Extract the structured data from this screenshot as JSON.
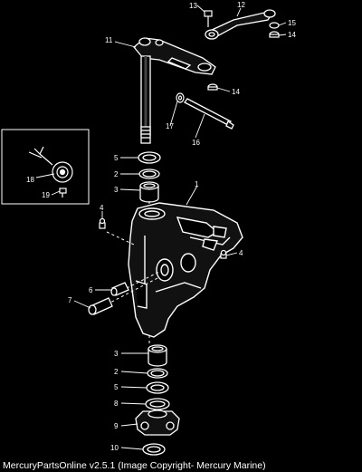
{
  "callouts": [
    {
      "num": "13",
      "part": "bolt"
    },
    {
      "num": "12",
      "part": "steering-link-rod"
    },
    {
      "num": "15",
      "part": "washer"
    },
    {
      "num": "14",
      "part": "nut"
    },
    {
      "num": "11",
      "part": "steering-arm"
    },
    {
      "num": "14",
      "part": "nut"
    },
    {
      "num": "17",
      "part": "washer"
    },
    {
      "num": "16",
      "part": "tie-rod"
    },
    {
      "num": "18",
      "part": "tilt-switch"
    },
    {
      "num": "19",
      "part": "screw"
    },
    {
      "num": "5",
      "part": "washer"
    },
    {
      "num": "2",
      "part": "seal"
    },
    {
      "num": "3",
      "part": "bushing"
    },
    {
      "num": "1",
      "part": "swivel-bracket"
    },
    {
      "num": "4",
      "part": "grease-fitting"
    },
    {
      "num": "4",
      "part": "grease-fitting"
    },
    {
      "num": "6",
      "part": "bushing"
    },
    {
      "num": "7",
      "part": "bushing"
    },
    {
      "num": "3",
      "part": "bushing"
    },
    {
      "num": "2",
      "part": "seal"
    },
    {
      "num": "5",
      "part": "washer"
    },
    {
      "num": "8",
      "part": "washer"
    },
    {
      "num": "9",
      "part": "yoke"
    },
    {
      "num": "10",
      "part": "washer"
    }
  ],
  "footer": "MercuryPartsOnline v2.5.1 (Image Copyright- Mercury Marine)"
}
